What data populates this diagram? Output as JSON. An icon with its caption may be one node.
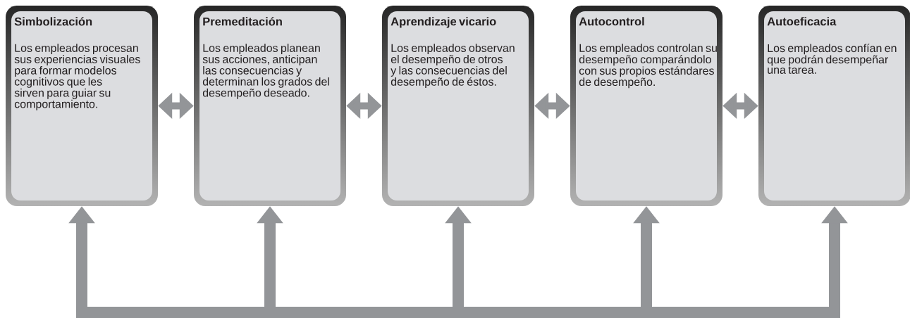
{
  "diagram": {
    "nodes": [
      {
        "text": [
          "Simbolización",
          "Los empleados procesan sus experiencias visuales para formar modelos cognitivos que les sirven para guiar su comportamiento."
        ]
      },
      {
        "text": [
          "Premeditación",
          "Los empleados planean sus acciones, anticipan las consecuencias y determinan los grados del desempeño deseado."
        ]
      },
      {
        "text": [
          "Aprendizaje vicario",
          "Los empleados observan el desempeño de otros y las consecuencias del desempeño de éstos."
        ]
      },
      {
        "text": [
          "Autocontrol",
          "Los empleados controlan su desempeño comparándolo con sus propios estándares de desempeño."
        ]
      },
      {
        "text": [
          "Autoeficacia",
          "Los empleados confían en que podrán desempeñar una tarea."
        ]
      }
    ],
    "edges": [
      {
        "from": 0,
        "to": 1,
        "arrow": "both"
      },
      {
        "from": 1,
        "to": 2,
        "arrow": "both"
      },
      {
        "from": 2,
        "to": 3,
        "arrow": "both"
      },
      {
        "from": 3,
        "to": 4,
        "arrow": "both"
      },
      {
        "from": null,
        "to": 0,
        "arrow": "to"
      },
      {
        "from": null,
        "to": 1,
        "arrow": "to"
      },
      {
        "from": null,
        "to": 2,
        "arrow": "to"
      },
      {
        "from": null,
        "to": 3,
        "arrow": "to"
      },
      {
        "from": null,
        "to": 4,
        "arrow": "to"
      }
    ]
  }
}
